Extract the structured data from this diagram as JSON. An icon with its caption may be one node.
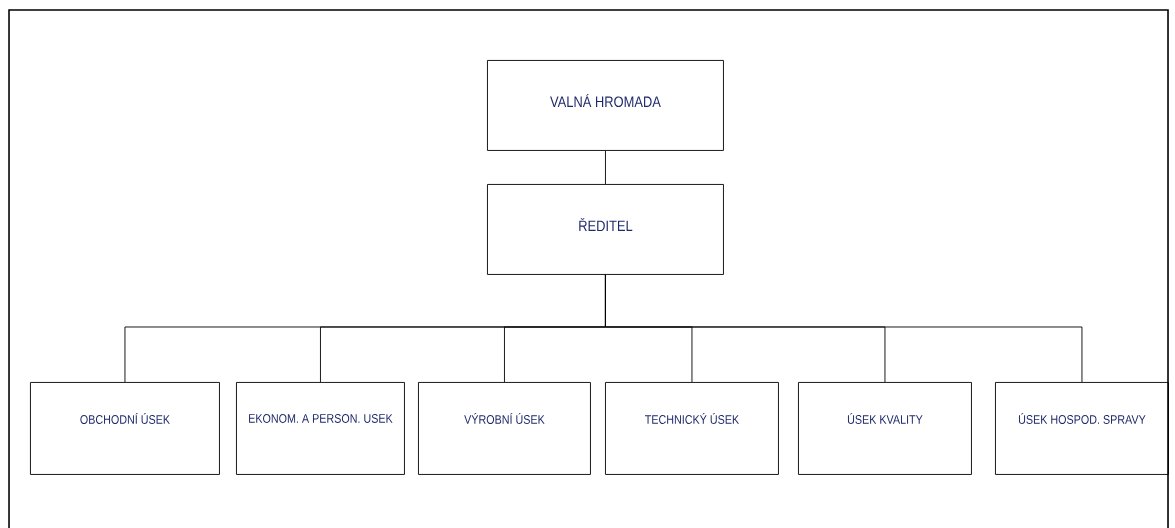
{
  "diagram": {
    "nodes": [
      {
        "text": [
          "VALNÁ HROMADA"
        ]
      },
      {
        "text": [
          "ŘEDITEL"
        ]
      },
      {
        "text": [
          "OBCHODNÍ ÚSEK"
        ]
      },
      {
        "text": [
          "EKONOM. A PERSON. USEK"
        ]
      },
      {
        "text": [
          "VÝROBNÍ ÚSEK"
        ]
      },
      {
        "text": [
          "TECHNICKÝ ÚSEK"
        ]
      },
      {
        "text": [
          "ÚSEK KVALITY"
        ]
      },
      {
        "text": [
          "ÚSEK HOSPOD. SPRAVY"
        ]
      }
    ],
    "edges": [
      {
        "from": 0,
        "to": 1,
        "arrow": "none"
      },
      {
        "from": 1,
        "to": 2,
        "arrow": "none"
      },
      {
        "from": 1,
        "to": 3,
        "arrow": "none"
      },
      {
        "from": 1,
        "to": 4,
        "arrow": "none"
      },
      {
        "from": 1,
        "to": 5,
        "arrow": "none"
      },
      {
        "from": 1,
        "to": 6,
        "arrow": "none"
      },
      {
        "from": 1,
        "to": 7,
        "arrow": "none"
      }
    ]
  }
}
